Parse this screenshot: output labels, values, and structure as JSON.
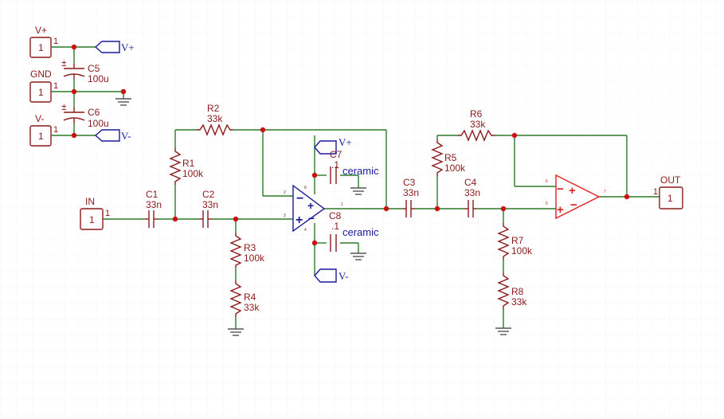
{
  "connectors": {
    "vplus": {
      "label": "V+",
      "pin": "1"
    },
    "gnd": {
      "label": "GND",
      "pin": "1"
    },
    "vminus": {
      "label": "V-",
      "pin": "1"
    },
    "in": {
      "label": "IN",
      "pin": "1",
      "wire_pin": "1"
    },
    "out": {
      "label": "OUT",
      "pin": "1",
      "wire_pin": "1"
    }
  },
  "net_flags": {
    "vplus_top": "V+",
    "vminus_top": "V-",
    "vplus_op1": "V+",
    "vminus_op1": "V-"
  },
  "components": {
    "C1": {
      "name": "C1",
      "value": "33n"
    },
    "C2": {
      "name": "C2",
      "value": "33n"
    },
    "C3": {
      "name": "C3",
      "value": "33n"
    },
    "C4": {
      "name": "C4",
      "value": "33n"
    },
    "C5": {
      "name": "C5",
      "value": "100u"
    },
    "C6": {
      "name": "C6",
      "value": "100u"
    },
    "C7": {
      "name": "C7",
      "value": ".1",
      "note": "ceramic"
    },
    "C8": {
      "name": "C8",
      "value": ".1",
      "note": "ceramic"
    },
    "R1": {
      "name": "R1",
      "value": "100k"
    },
    "R2": {
      "name": "R2",
      "value": "33k"
    },
    "R3": {
      "name": "R3",
      "value": "100k"
    },
    "R4": {
      "name": "R4",
      "value": "33k"
    },
    "R5": {
      "name": "R5",
      "value": "100k"
    },
    "R6": {
      "name": "R6",
      "value": "33k"
    },
    "R7": {
      "name": "R7",
      "value": "100k"
    },
    "R8": {
      "name": "R8",
      "value": "33k"
    }
  },
  "opamps": {
    "U1": {
      "pin_inv": "2",
      "pin_noninv": "3",
      "pin_out": "1",
      "pin_vp": "8",
      "pin_vm": "4",
      "minus": "−",
      "plus": "+"
    },
    "U2": {
      "pin_inv": "6",
      "pin_noninv": "5",
      "pin_out": "7",
      "minus": "−",
      "plus": "+"
    }
  },
  "polarity": {
    "c5": "±",
    "c6": "±"
  },
  "colors": {
    "wire": "#2a7a2a",
    "component": "#8b1a1a",
    "opamp1": "#1a1a9a",
    "opamp2": "#dd2222",
    "junction": "#cc1111",
    "ground": "#555555"
  }
}
